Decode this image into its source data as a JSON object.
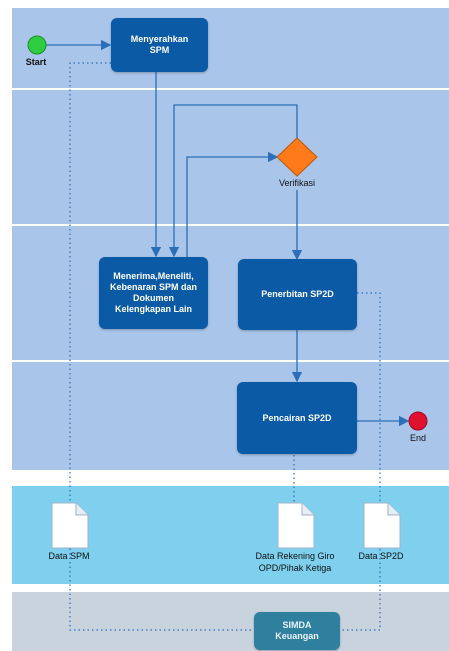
{
  "diagram": {
    "start_label": "Start",
    "end_label": "End",
    "tasks": {
      "menyerahkan_spm": "Menyerahkan\nSPM",
      "menerima": "Menerima,Meneliti,\nKebenaran SPM dan\nDokumen\nKelengkapan Lain",
      "penerbitan": "Penerbitan SP2D",
      "pencairan": "Pencairan SP2D",
      "simda": "SIMDA\nKeuangan"
    },
    "gateway_label": "Verifikasi",
    "documents": {
      "data_spm": "Data SPM",
      "data_rekening": "Data Rekening Giro\nOPD/Pihak Ketiga",
      "data_sp2d": "Data SP2D"
    },
    "colors": {
      "lane": "#a9c5ea",
      "data_lane": "#7fd0ee",
      "system_lane": "#c9d3de",
      "task": "#0b5aa6",
      "system_task": "#2f7f9e",
      "gateway": "#ff7a1a",
      "start": "#2ecc40",
      "end": "#e0102f",
      "connector": "#2a6fb7"
    }
  }
}
